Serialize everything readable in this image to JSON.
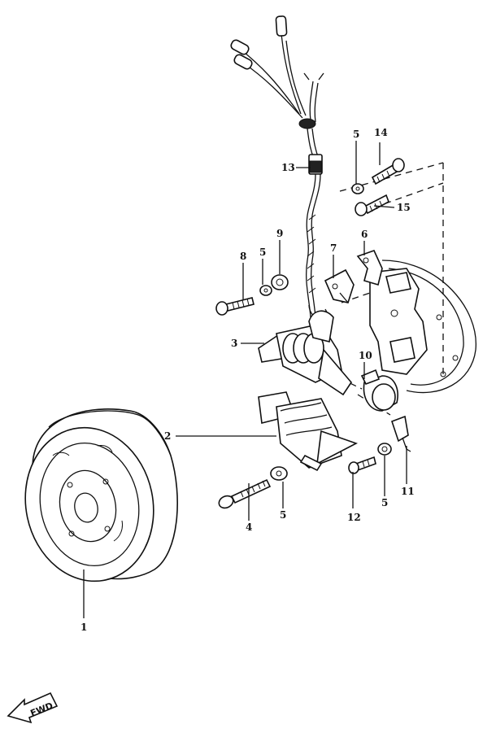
{
  "diagram": {
    "callouts": [
      {
        "id": "c1",
        "number": "1"
      },
      {
        "id": "c2",
        "number": "2"
      },
      {
        "id": "c3",
        "number": "3"
      },
      {
        "id": "c4",
        "number": "4"
      },
      {
        "id": "c5a",
        "number": "5"
      },
      {
        "id": "c5b",
        "number": "5"
      },
      {
        "id": "c5c",
        "number": "5"
      },
      {
        "id": "c5d",
        "number": "5"
      },
      {
        "id": "c6",
        "number": "6"
      },
      {
        "id": "c7",
        "number": "7"
      },
      {
        "id": "c8",
        "number": "8"
      },
      {
        "id": "c9",
        "number": "9"
      },
      {
        "id": "c10",
        "number": "10"
      },
      {
        "id": "c11",
        "number": "11"
      },
      {
        "id": "c12",
        "number": "12"
      },
      {
        "id": "c13",
        "number": "13"
      },
      {
        "id": "c14",
        "number": "14"
      },
      {
        "id": "c15",
        "number": "15"
      }
    ],
    "direction_arrow": {
      "label": "FWD"
    }
  }
}
